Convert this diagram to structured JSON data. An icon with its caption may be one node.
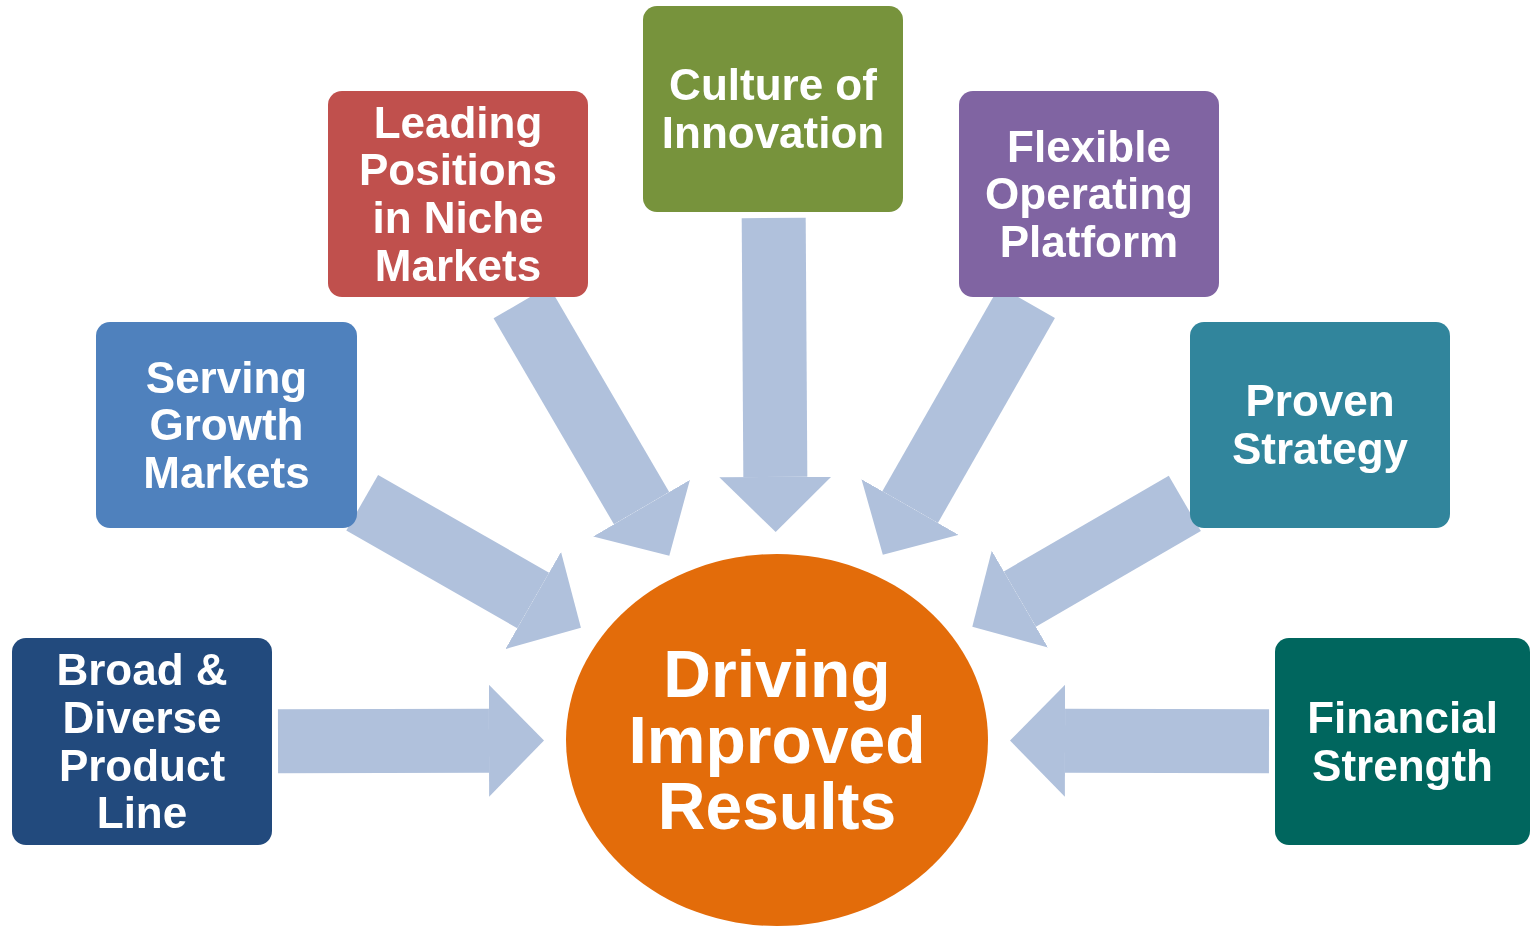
{
  "diagram": {
    "nodes": [
      {
        "text": [
          "Broad & Diverse Product Line"
        ]
      },
      {
        "text": [
          "Serving Growth Markets"
        ]
      },
      {
        "text": [
          "Leading Positions in Niche Markets"
        ]
      },
      {
        "text": [
          "Culture of Innovation"
        ]
      },
      {
        "text": [
          "Flexible Operating Platform"
        ]
      },
      {
        "text": [
          "Proven Strategy"
        ]
      },
      {
        "text": [
          "Financial Strength"
        ]
      },
      {
        "text": [
          "Driving Improved Results"
        ]
      }
    ],
    "edges": [
      {
        "from": 0,
        "to": 7,
        "arrow": "to"
      },
      {
        "from": 1,
        "to": 7,
        "arrow": "to"
      },
      {
        "from": 2,
        "to": 7,
        "arrow": "to"
      },
      {
        "from": 3,
        "to": 7,
        "arrow": "to"
      },
      {
        "from": 4,
        "to": 7,
        "arrow": "to"
      },
      {
        "from": 5,
        "to": 7,
        "arrow": "to"
      },
      {
        "from": 6,
        "to": 7,
        "arrow": "to"
      }
    ]
  }
}
